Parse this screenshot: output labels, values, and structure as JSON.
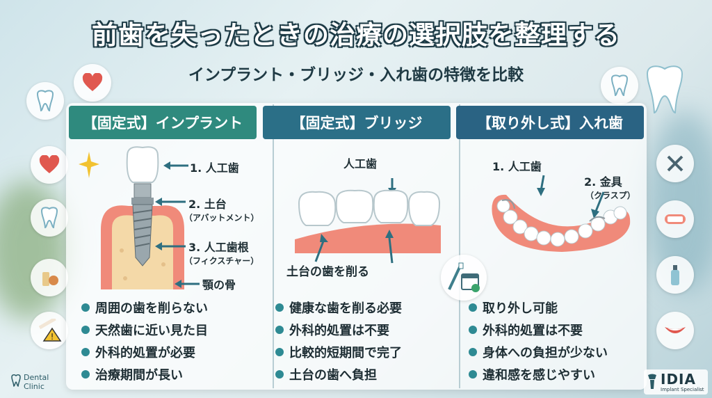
{
  "title": "前歯を失ったときの治療の選択肢を整理する",
  "subtitle": "インプラント・ブリッジ・入れ歯の特徴を比較",
  "columns": [
    {
      "header": "【固定式】インプラント",
      "labels": {
        "crown": "1. 人工歯",
        "abutment": "2. 土台",
        "abutment_sub": "（アバットメント）",
        "fixture": "3. 人工歯根",
        "fixture_sub": "（フィクスチャー）",
        "bone": "顎の骨"
      },
      "bullets": [
        "周囲の歯を削らない",
        "天然歯に近い見た目",
        "外科的処置が必要",
        "治療期間が長い"
      ]
    },
    {
      "header": "【固定式】ブリッジ",
      "labels": {
        "crown": "人工歯",
        "abutment_teeth": "土台の歯を削る"
      },
      "bullets": [
        "健康な歯を削る必要",
        "外科的処置は不要",
        "比較的短期間で完了",
        "土台の歯へ負担"
      ]
    },
    {
      "header": "【取り外し式】入れ歯",
      "labels": {
        "crown": "1. 人工歯",
        "clasp": "2. 金具",
        "clasp_sub": "（クラスプ）"
      },
      "bullets": [
        "取り外し可能",
        "外科的処置は不要",
        "身体への負担が少ない",
        "違和感を感じやすい"
      ]
    }
  ],
  "logo_left": {
    "line1": "Dental",
    "line2": "Clinic"
  },
  "logo_right": {
    "name": "IDIA",
    "tagline": "Implant Specialist"
  },
  "colors": {
    "accent": "#2e8a93",
    "gum": "#f08a7a",
    "bone": "#f4d9a8"
  }
}
